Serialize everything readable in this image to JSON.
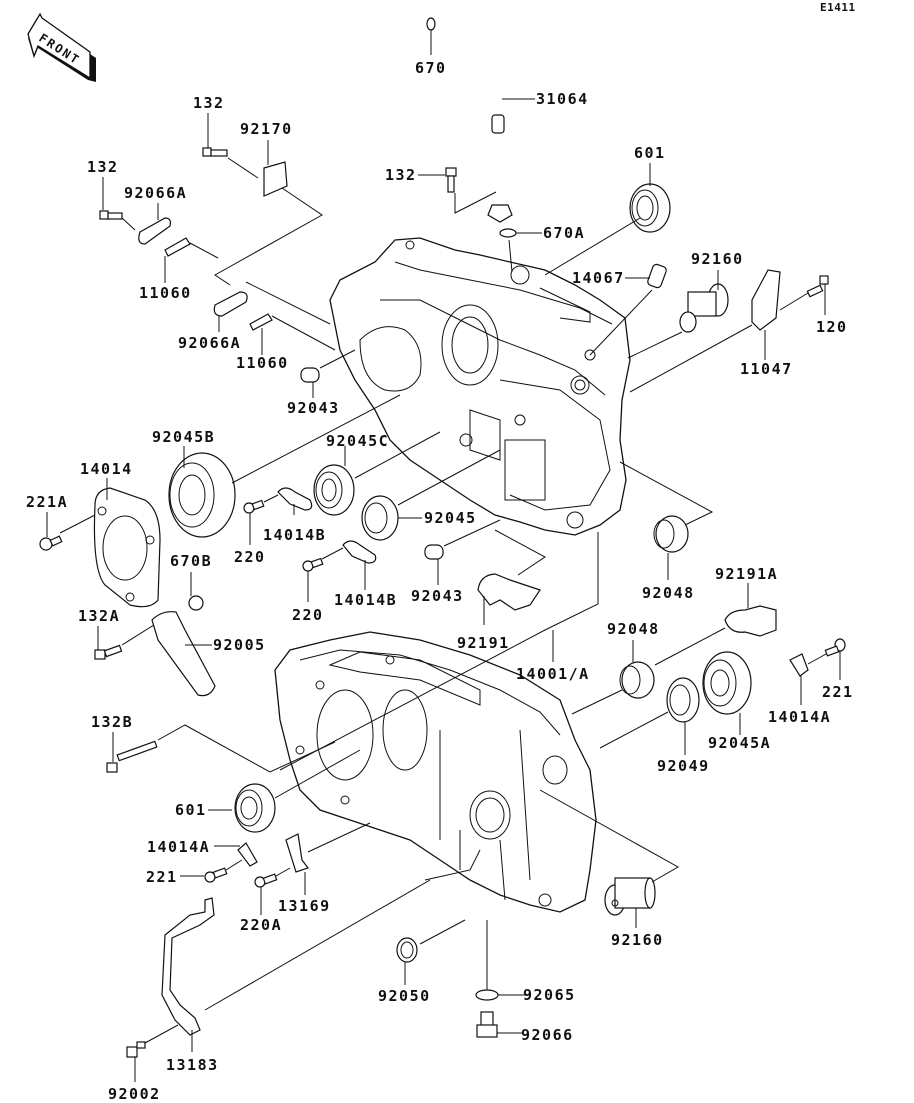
{
  "diagram": {
    "title": "Crankcase exploded parts diagram",
    "figure_code": "E1411",
    "orientation_badge": "FRONT",
    "parts": [
      {
        "id": "p670",
        "label": "670"
      },
      {
        "id": "p31064",
        "label": "31064"
      },
      {
        "id": "p132a1",
        "label": "132"
      },
      {
        "id": "p92170",
        "label": "92170"
      },
      {
        "id": "p132b1",
        "label": "132"
      },
      {
        "id": "p92066A1",
        "label": "92066A"
      },
      {
        "id": "p11060a",
        "label": "11060"
      },
      {
        "id": "p132c",
        "label": "132"
      },
      {
        "id": "p670A",
        "label": "670A"
      },
      {
        "id": "p601a",
        "label": "601"
      },
      {
        "id": "p14067",
        "label": "14067"
      },
      {
        "id": "p92160a",
        "label": "92160"
      },
      {
        "id": "p120",
        "label": "120"
      },
      {
        "id": "p11047",
        "label": "11047"
      },
      {
        "id": "p92066A2",
        "label": "92066A"
      },
      {
        "id": "p11060b",
        "label": "11060"
      },
      {
        "id": "p92043a",
        "label": "92043"
      },
      {
        "id": "p92045B",
        "label": "92045B"
      },
      {
        "id": "p14014",
        "label": "14014"
      },
      {
        "id": "p221A",
        "label": "221A"
      },
      {
        "id": "p92045C",
        "label": "92045C"
      },
      {
        "id": "p220a",
        "label": "220"
      },
      {
        "id": "p14014Ba",
        "label": "14014B"
      },
      {
        "id": "p92045",
        "label": "92045"
      },
      {
        "id": "p670B",
        "label": "670B"
      },
      {
        "id": "p220b",
        "label": "220"
      },
      {
        "id": "p14014Bb",
        "label": "14014B"
      },
      {
        "id": "p92043b",
        "label": "92043"
      },
      {
        "id": "p92048a",
        "label": "92048"
      },
      {
        "id": "p92191A",
        "label": "92191A"
      },
      {
        "id": "p132A",
        "label": "132A"
      },
      {
        "id": "p92005",
        "label": "92005"
      },
      {
        "id": "p92191",
        "label": "92191"
      },
      {
        "id": "p14001A",
        "label": "14001/A"
      },
      {
        "id": "p92048b",
        "label": "92048"
      },
      {
        "id": "p221a",
        "label": "221"
      },
      {
        "id": "p14014Aa",
        "label": "14014A"
      },
      {
        "id": "p92049",
        "label": "92049"
      },
      {
        "id": "p92045A",
        "label": "92045A"
      },
      {
        "id": "p132B",
        "label": "132B"
      },
      {
        "id": "p601b",
        "label": "601"
      },
      {
        "id": "p14014Ab",
        "label": "14014A"
      },
      {
        "id": "p221b",
        "label": "221"
      },
      {
        "id": "p13169",
        "label": "13169"
      },
      {
        "id": "p220A",
        "label": "220A"
      },
      {
        "id": "p92160b",
        "label": "92160"
      },
      {
        "id": "p92050",
        "label": "92050"
      },
      {
        "id": "p92065",
        "label": "92065"
      },
      {
        "id": "p92066",
        "label": "92066"
      },
      {
        "id": "p13183",
        "label": "13183"
      },
      {
        "id": "p92002",
        "label": "92002"
      }
    ]
  }
}
